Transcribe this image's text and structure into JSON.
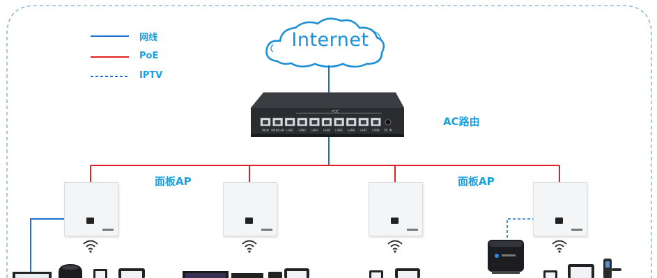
{
  "legend": {
    "ethernet": {
      "label": "网线",
      "color": "#1a6fd1"
    },
    "poe": {
      "label": "PoE",
      "color": "#e02020"
    },
    "iptv": {
      "label": "IPTV",
      "color": "#1a6fd1"
    }
  },
  "internet": {
    "label": "Internet"
  },
  "router": {
    "label": "AC路由",
    "top_label": "POE",
    "ports": [
      "WAN",
      "WAN/LAN",
      "LAN1",
      "LAN2",
      "LAN3",
      "LAN4",
      "LAN5",
      "LAN6",
      "LAN7",
      "LAN8",
      "DC IN"
    ]
  },
  "panels": {
    "left_label": "面板AP",
    "right_label": "面板AP"
  },
  "colors": {
    "accent_text": "#1aa0e0",
    "frame": "#7aa9d8",
    "poe_line": "#e02020",
    "ethernet_line": "#1a6fd1"
  },
  "icons": [
    "wifi-icon",
    "cloud-icon",
    "router-icon",
    "set-top-box-icon",
    "phone-icon",
    "tablet-icon",
    "laptop-icon",
    "smart-speaker-icon",
    "tv-icon",
    "smart-lock-icon"
  ]
}
